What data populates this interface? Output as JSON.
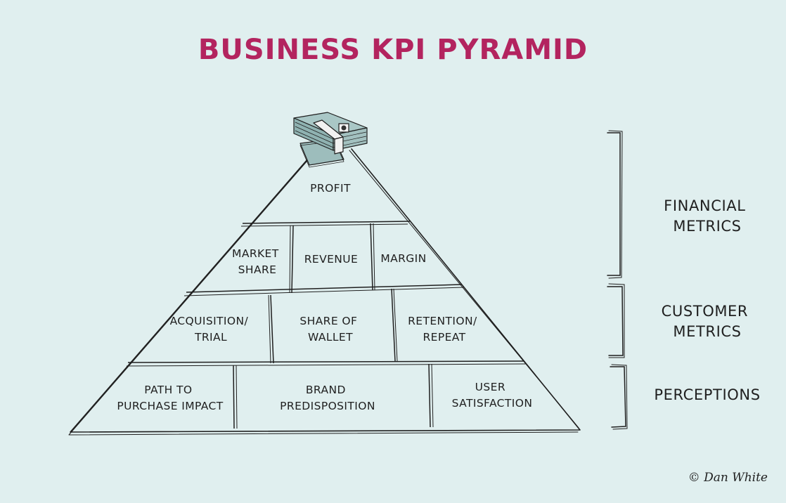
{
  "title": "BUSINESS KPI PYRAMID",
  "colors": {
    "title": "#b3245f",
    "background": "#e0efef",
    "ink": "#1f1f1f",
    "brick_fill": "#dcecea",
    "money": "#9dbdbc"
  },
  "pyramid": {
    "tier1": {
      "profit": "PROFIT"
    },
    "tier2": {
      "market_share": [
        "MARKET",
        "SHARE"
      ],
      "revenue": "REVENUE",
      "margin": "MARGIN"
    },
    "tier3": {
      "acquisition": [
        "ACQUISITION/",
        "TRIAL"
      ],
      "share_of_wallet": [
        "SHARE OF",
        "WALLET"
      ],
      "retention": [
        "RETENTION/",
        "REPEAT"
      ]
    },
    "tier4": {
      "path_to_purchase": [
        "PATH TO",
        "PURCHASE IMPACT"
      ],
      "brand": [
        "BRAND",
        "PREDISPOSITION"
      ],
      "user_satisfaction": [
        "USER",
        "SATISFACTION"
      ]
    }
  },
  "groups": {
    "financial": [
      "FINANCIAL",
      "METRICS"
    ],
    "customer": [
      "CUSTOMER",
      "METRICS"
    ],
    "perceptions": "PERCEPTIONS"
  },
  "credit": "© Dan White",
  "money_icon": "money-stack-icon"
}
